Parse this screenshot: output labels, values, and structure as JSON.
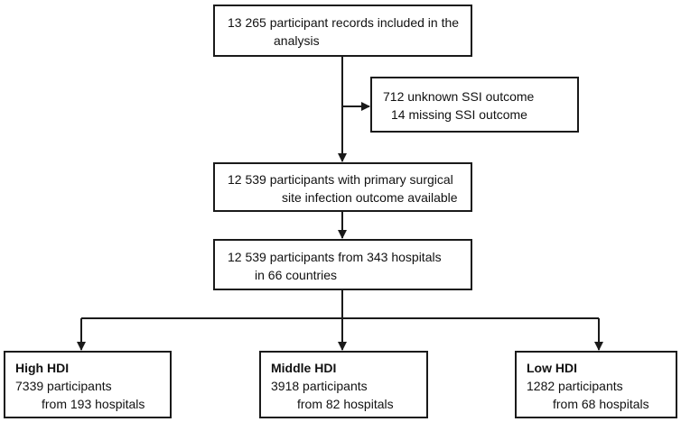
{
  "boxes": {
    "records": {
      "lines": [
        "13 265 participant records included in the",
        "analysis"
      ]
    },
    "excluded": {
      "lines": [
        "712 unknown SSI outcome",
        "14 missing SSI outcome"
      ]
    },
    "available": {
      "lines": [
        "12 539 participants with primary surgical",
        "site infection outcome available"
      ]
    },
    "hospitals": {
      "lines": [
        "12 539 participants from 343 hospitals",
        "in 66 countries"
      ]
    },
    "high_hdi": {
      "title": "High HDI",
      "lines": [
        "7339 participants",
        "from 193 hospitals"
      ]
    },
    "middle_hdi": {
      "title": "Middle HDI",
      "lines": [
        "3918 participants",
        "from 82 hospitals"
      ]
    },
    "low_hdi": {
      "title": "Low HDI",
      "lines": [
        "1282 participants",
        "from 68 hospitals"
      ]
    }
  },
  "colors": {
    "stroke": "#1a1a1a",
    "background": "#ffffff"
  }
}
